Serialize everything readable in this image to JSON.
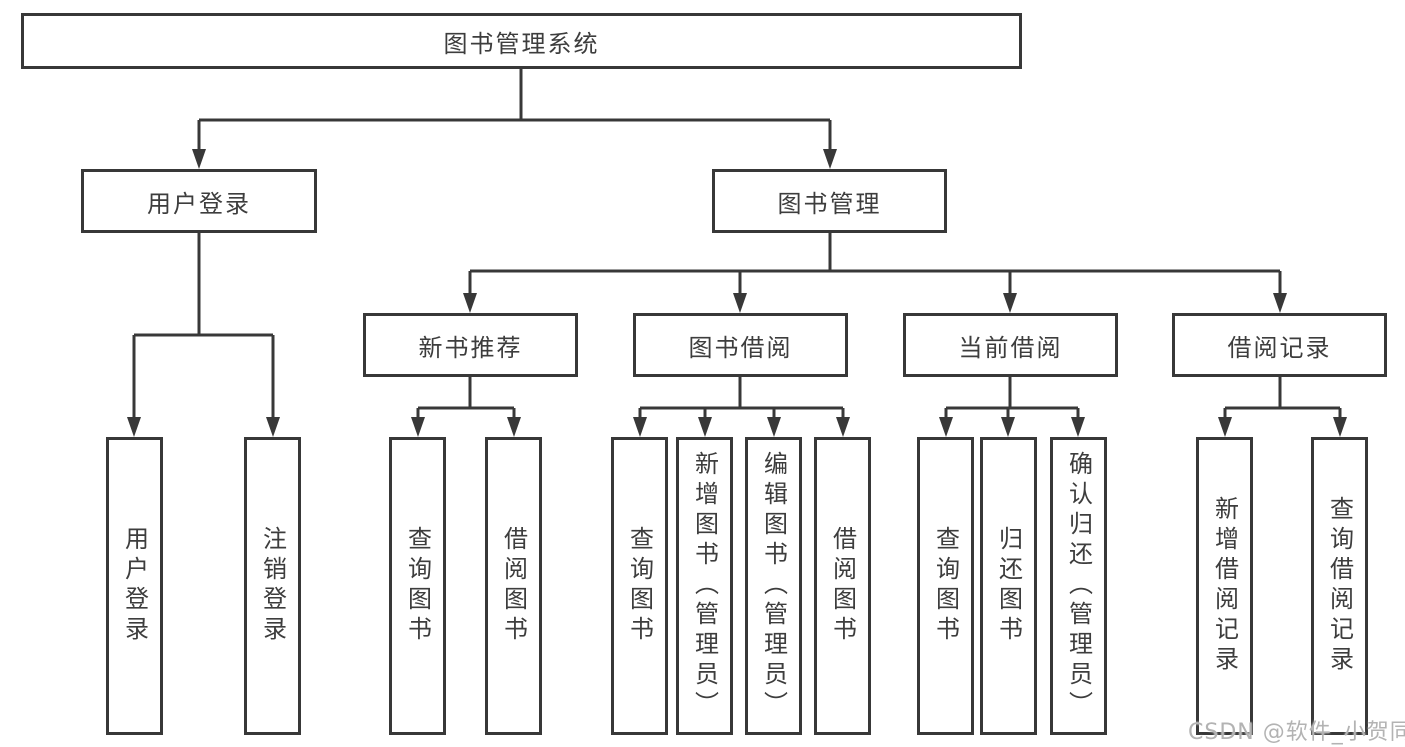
{
  "diagram": {
    "root": {
      "label": "图书管理系统"
    },
    "branches": [
      {
        "label": "用户登录",
        "children": [
          {
            "label": "用户登录"
          },
          {
            "label": "注销登录"
          }
        ]
      },
      {
        "label": "图书管理",
        "children": [
          {
            "label": "新书推荐",
            "children": [
              {
                "label": "查询图书"
              },
              {
                "label": "借阅图书"
              }
            ]
          },
          {
            "label": "图书借阅",
            "children": [
              {
                "label": "查询图书"
              },
              {
                "label": "新增图书（管理员）"
              },
              {
                "label": "编辑图书（管理员）"
              },
              {
                "label": "借阅图书"
              }
            ]
          },
          {
            "label": "当前借阅",
            "children": [
              {
                "label": "查询图书"
              },
              {
                "label": "归还图书"
              },
              {
                "label": "确认归还（管理员）"
              }
            ]
          },
          {
            "label": "借阅记录",
            "children": [
              {
                "label": "新增借阅记录"
              },
              {
                "label": "查询借阅记录"
              }
            ]
          }
        ]
      }
    ]
  },
  "watermark": "CSDN @软件_小贺同学",
  "colors": {
    "line": "#383838",
    "text": "#3d3d3d",
    "watermark": "#b3b3b3",
    "background": "#ffffff"
  }
}
